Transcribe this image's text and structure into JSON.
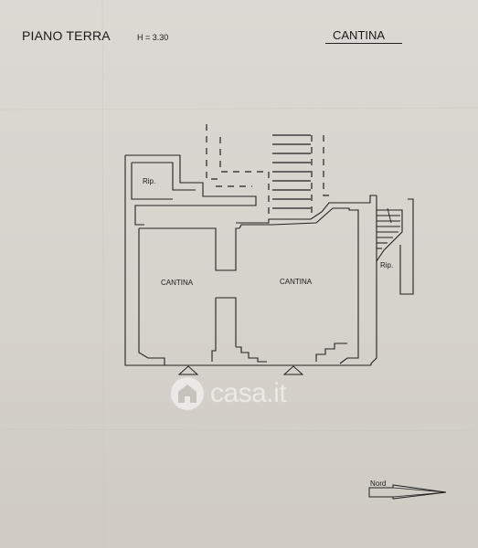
{
  "header": {
    "floor_title": "PIANO TERRA",
    "height_note": "H = 3.30",
    "section_title": "CANTINA"
  },
  "rooms": {
    "cantina_left": "CANTINA",
    "cantina_right": "CANTINA",
    "rip_top": "Rip.",
    "rip_right": "Rip."
  },
  "compass": {
    "label": "Nord"
  },
  "watermark": {
    "text": "casa.it",
    "icon": "house-logo-icon"
  },
  "colors": {
    "ink": "#1a1a1a",
    "paper": "#d8d4cf",
    "watermark": "#ffffff"
  }
}
